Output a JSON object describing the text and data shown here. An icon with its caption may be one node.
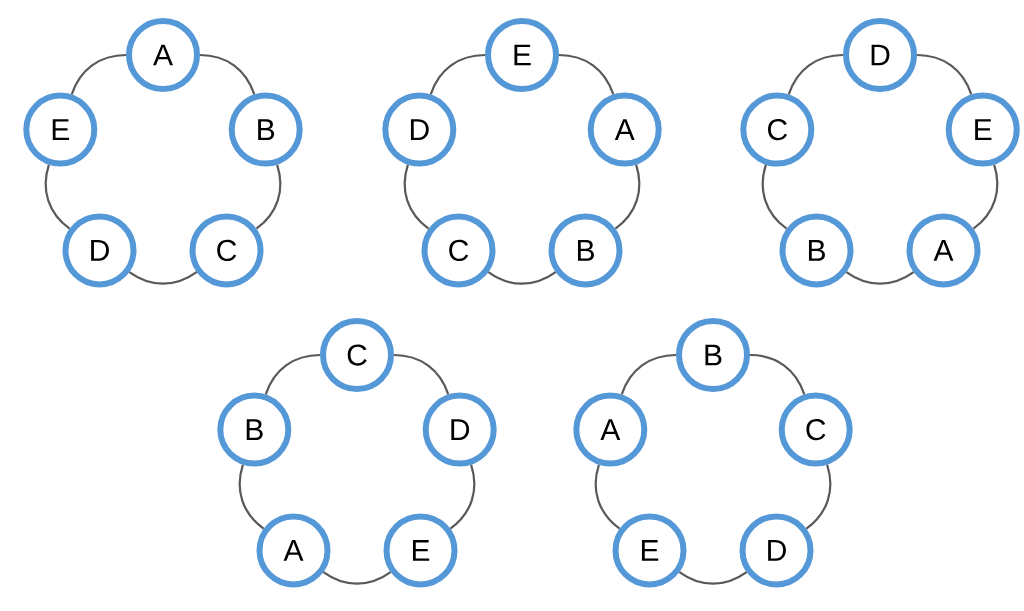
{
  "diagram": {
    "nodes": [
      {
        "text": [
          "A"
        ]
      },
      {
        "text": [
          "B"
        ]
      },
      {
        "text": [
          "C"
        ]
      },
      {
        "text": [
          "D"
        ]
      },
      {
        "text": [
          "E"
        ]
      },
      {
        "text": [
          "E"
        ]
      },
      {
        "text": [
          "A"
        ]
      },
      {
        "text": [
          "B"
        ]
      },
      {
        "text": [
          "C"
        ]
      },
      {
        "text": [
          "D"
        ]
      },
      {
        "text": [
          "D"
        ]
      },
      {
        "text": [
          "E"
        ]
      },
      {
        "text": [
          "A"
        ]
      },
      {
        "text": [
          "B"
        ]
      },
      {
        "text": [
          "C"
        ]
      },
      {
        "text": [
          "C"
        ]
      },
      {
        "text": [
          "D"
        ]
      },
      {
        "text": [
          "E"
        ]
      },
      {
        "text": [
          "A"
        ]
      },
      {
        "text": [
          "B"
        ]
      },
      {
        "text": [
          "B"
        ]
      },
      {
        "text": [
          "C"
        ]
      },
      {
        "text": [
          "D"
        ]
      },
      {
        "text": [
          "E"
        ]
      },
      {
        "text": [
          "A"
        ]
      }
    ],
    "edges": [
      {
        "from": 0,
        "to": 1,
        "arrow": "none"
      },
      {
        "from": 1,
        "to": 2,
        "arrow": "none"
      },
      {
        "from": 2,
        "to": 3,
        "arrow": "none"
      },
      {
        "from": 3,
        "to": 4,
        "arrow": "none"
      },
      {
        "from": 4,
        "to": 0,
        "arrow": "none"
      },
      {
        "from": 5,
        "to": 6,
        "arrow": "none"
      },
      {
        "from": 6,
        "to": 7,
        "arrow": "none"
      },
      {
        "from": 7,
        "to": 8,
        "arrow": "none"
      },
      {
        "from": 8,
        "to": 9,
        "arrow": "none"
      },
      {
        "from": 9,
        "to": 5,
        "arrow": "none"
      },
      {
        "from": 10,
        "to": 11,
        "arrow": "none"
      },
      {
        "from": 11,
        "to": 12,
        "arrow": "none"
      },
      {
        "from": 12,
        "to": 13,
        "arrow": "none"
      },
      {
        "from": 13,
        "to": 14,
        "arrow": "none"
      },
      {
        "from": 14,
        "to": 10,
        "arrow": "none"
      },
      {
        "from": 15,
        "to": 16,
        "arrow": "none"
      },
      {
        "from": 16,
        "to": 17,
        "arrow": "none"
      },
      {
        "from": 17,
        "to": 18,
        "arrow": "none"
      },
      {
        "from": 18,
        "to": 19,
        "arrow": "none"
      },
      {
        "from": 19,
        "to": 15,
        "arrow": "none"
      },
      {
        "from": 20,
        "to": 21,
        "arrow": "none"
      },
      {
        "from": 21,
        "to": 22,
        "arrow": "none"
      },
      {
        "from": 22,
        "to": 23,
        "arrow": "none"
      },
      {
        "from": 23,
        "to": 24,
        "arrow": "none"
      },
      {
        "from": 24,
        "to": 20,
        "arrow": "none"
      }
    ]
  }
}
